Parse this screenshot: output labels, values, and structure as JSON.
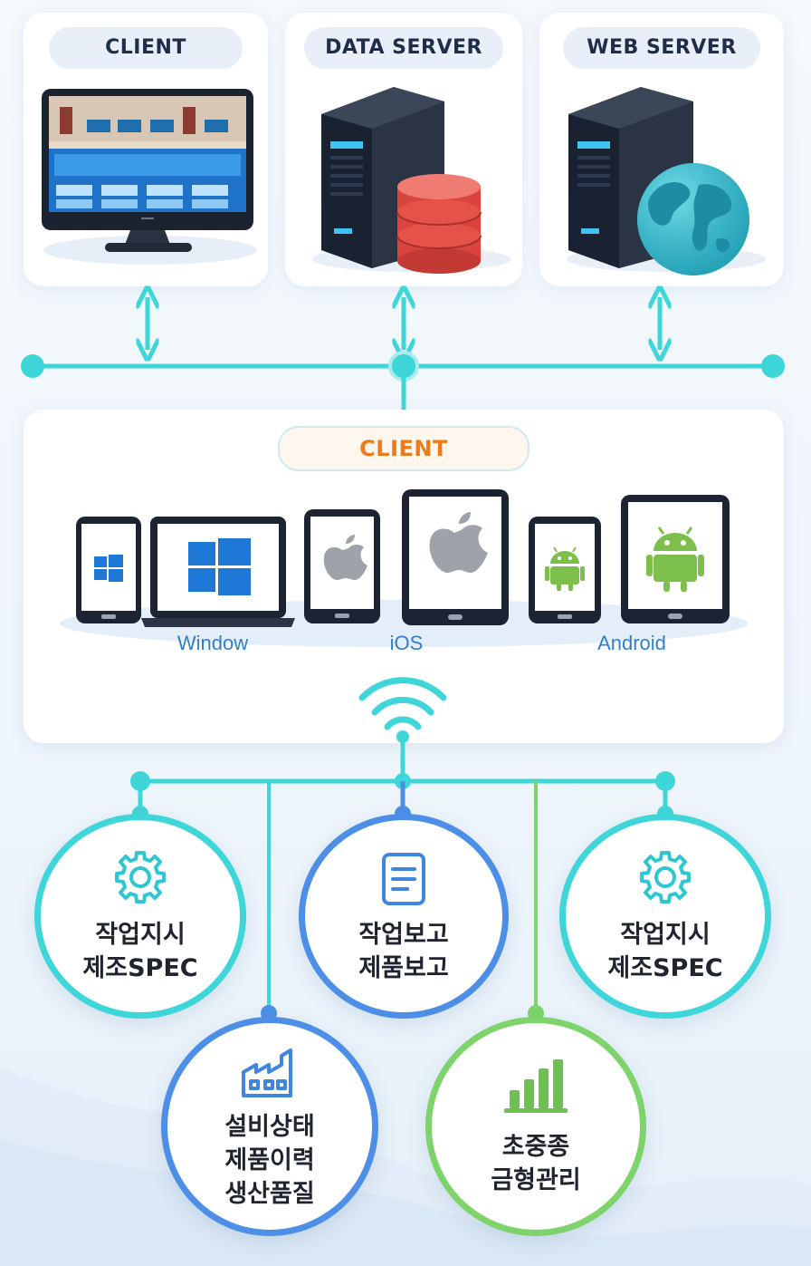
{
  "top_cards": {
    "client": {
      "title": "CLIENT"
    },
    "data_server": {
      "title": "DATA SERVER"
    },
    "web_server": {
      "title": "WEB SERVER"
    }
  },
  "client_panel": {
    "title": "CLIENT",
    "platforms": [
      "Window",
      "iOS",
      "Android"
    ]
  },
  "modules": [
    {
      "line1": "작업지시",
      "line2": "제조SPEC",
      "icon": "gear-icon"
    },
    {
      "line1": "작업보고",
      "line2": "제품보고",
      "icon": "document-icon"
    },
    {
      "line1": "작업지시",
      "line2": "제조SPEC",
      "icon": "gear-icon"
    },
    {
      "line1": "설비상태",
      "line2": "제품이력",
      "line3": "생산품질",
      "icon": "factory-icon"
    },
    {
      "line1": "초중종",
      "line2": "금형관리",
      "icon": "bar-chart-icon"
    }
  ],
  "colors": {
    "teal": "#3fd6d9",
    "blue": "#4d8fe6",
    "green": "#7ed36a",
    "orange": "#ef7a1a",
    "db_red": "#e4524a",
    "globe": "#2fb6c9"
  }
}
